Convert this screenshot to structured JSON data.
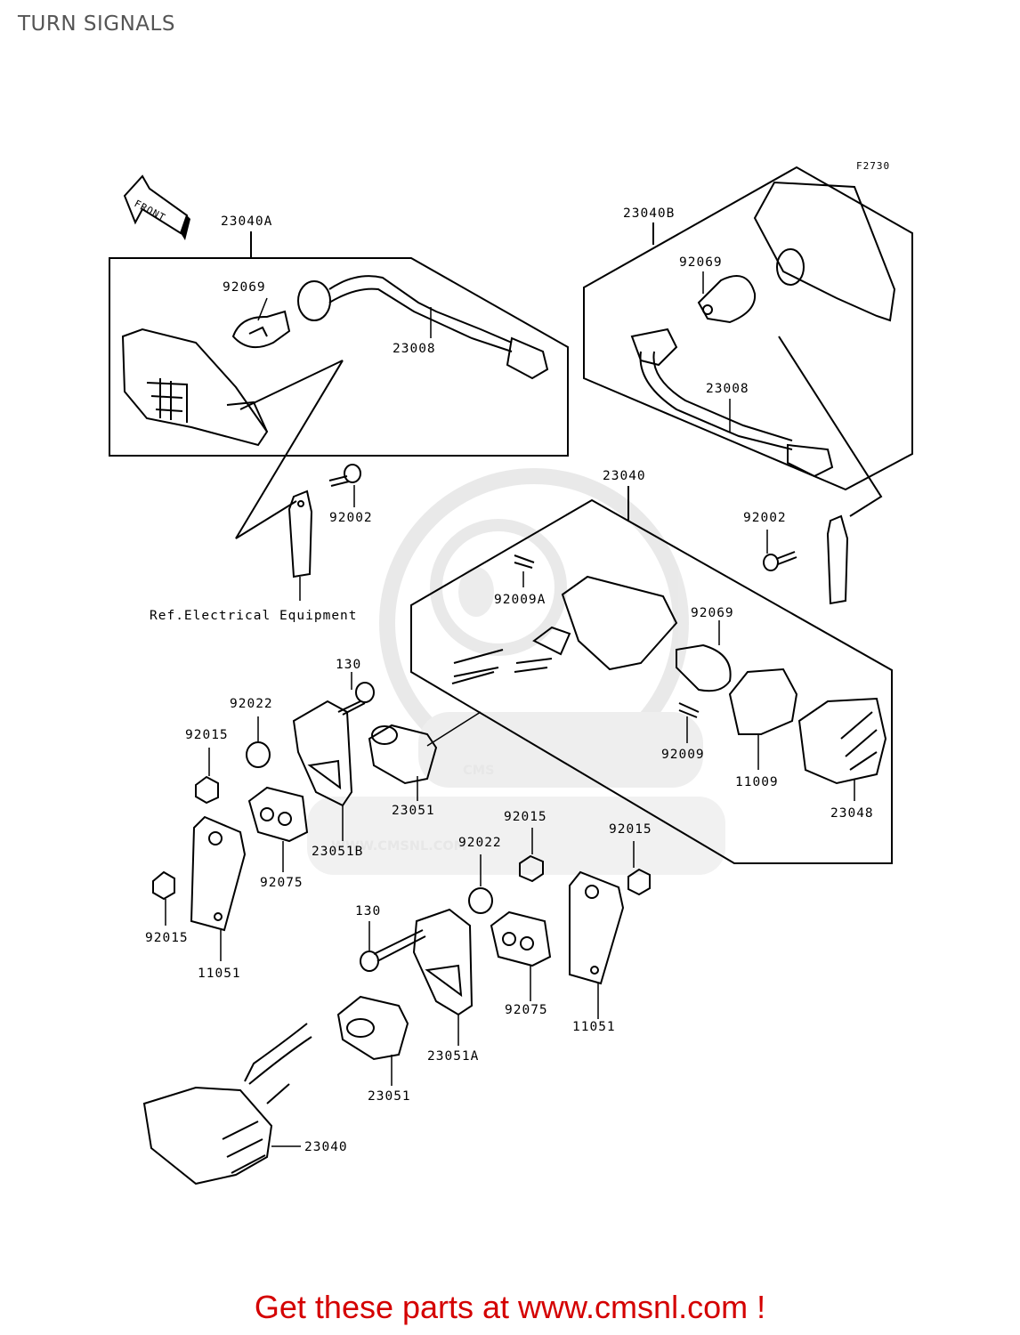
{
  "page": {
    "title": "TURN SIGNALS",
    "figure_code": "F2730",
    "front_arrow_label": "FRONT",
    "reference_note": "Ref.Electrical Equipment",
    "footer_cta": "Get these parts at www.cmsnl.com !",
    "watermark": {
      "brand": "CMS",
      "url": "WWW.CMSNL.COM"
    },
    "colors": {
      "title": "#555555",
      "cta": "#d40000",
      "watermark": "#e3e3e3"
    }
  },
  "parts": [
    {
      "id": "p1",
      "number": "23040A"
    },
    {
      "id": "p2",
      "number": "92069"
    },
    {
      "id": "p3",
      "number": "23008"
    },
    {
      "id": "p4",
      "number": "23040B"
    },
    {
      "id": "p5",
      "number": "92069"
    },
    {
      "id": "p6",
      "number": "23008"
    },
    {
      "id": "p7",
      "number": "92002"
    },
    {
      "id": "p8",
      "number": "23040"
    },
    {
      "id": "p9",
      "number": "92002"
    },
    {
      "id": "p10",
      "number": "92009A"
    },
    {
      "id": "p11",
      "number": "92069"
    },
    {
      "id": "p12",
      "number": "130"
    },
    {
      "id": "p13",
      "number": "92022"
    },
    {
      "id": "p14",
      "number": "92015"
    },
    {
      "id": "p15",
      "number": "92009"
    },
    {
      "id": "p16",
      "number": "11009"
    },
    {
      "id": "p17",
      "number": "23051"
    },
    {
      "id": "p18",
      "number": "23048"
    },
    {
      "id": "p19",
      "number": "23051B"
    },
    {
      "id": "p20",
      "number": "92015"
    },
    {
      "id": "p21",
      "number": "92015"
    },
    {
      "id": "p22",
      "number": "92022"
    },
    {
      "id": "p23",
      "number": "92075"
    },
    {
      "id": "p24",
      "number": "92015"
    },
    {
      "id": "p25",
      "number": "130"
    },
    {
      "id": "p26",
      "number": "11051"
    },
    {
      "id": "p27",
      "number": "92075"
    },
    {
      "id": "p28",
      "number": "11051"
    },
    {
      "id": "p29",
      "number": "23051A"
    },
    {
      "id": "p30",
      "number": "23051"
    },
    {
      "id": "p31",
      "number": "23040"
    }
  ]
}
